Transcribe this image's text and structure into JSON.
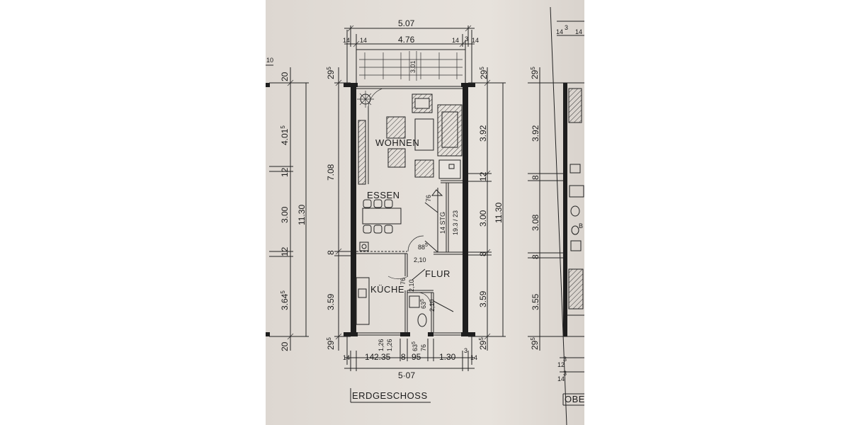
{
  "drawing": {
    "title": "ERDGESCHOSS",
    "side_title_right": "OBE",
    "side_title_left": "10"
  },
  "rooms": {
    "wohnen": "WOHNEN",
    "essen": "ESSEN",
    "flur": "FLUR",
    "kueche": "KÜCHE",
    "bath_letter": "B"
  },
  "dims_top": {
    "overall": "5.07",
    "inner": "4.76",
    "left_a": "14",
    "left_b": "14",
    "right_a": "14",
    "right_b": "3",
    "right_c": "14"
  },
  "dims_bottom": {
    "overall": "5·07",
    "w1": "14",
    "w2": "14",
    "w3": "2.35",
    "w4": "8",
    "w5": "95",
    "w6": "1.30",
    "w7": "14",
    "w8": "3",
    "small_126a": "1,26",
    "small_126b": "1,26",
    "small_63": "63",
    "small_63_sup": "5",
    "small_76": "76"
  },
  "dims_left": {
    "d1": "29",
    "d1_sup": "5",
    "d2": "7.08",
    "d3": "8",
    "d4": "3.59",
    "d5": "29",
    "d5_sup": "5"
  },
  "dims_right": {
    "d1": "29",
    "d1_sup": "5",
    "d2": "3.92",
    "d3": "12",
    "d4": "3.00",
    "d5": "8",
    "d6": "3.59",
    "d7": "29",
    "d7_sup": "5",
    "total": "11.30"
  },
  "dims_far_left": {
    "d1": "20",
    "d2": "4.01",
    "d2_sup": "5",
    "d3": "12",
    "d4": "3.00",
    "d5": "12",
    "d6": "3.64",
    "d6_sup": "5",
    "d7": "20",
    "total": "11.30"
  },
  "dims_far_right": {
    "d1": "29",
    "d1_sup": "5",
    "d2": "3.92",
    "d3": "8",
    "d4": "3.08",
    "d5": "8",
    "d6": "3.55",
    "d7": "29",
    "d7_sup": "5",
    "top_a": "14",
    "top_b": "3",
    "top_c": "14",
    "bot_a": "12",
    "bot_b": "3",
    "bot_c": "14",
    "bot_d": "3"
  },
  "inner_notes": {
    "terrace": "3.01",
    "stairs": "14 STG",
    "stairs_ratio": "19.3 / 23",
    "door_885": "88",
    "door_885_sup": "5",
    "door_210a": "2,10",
    "door_76": "76",
    "door_210b": "2,10",
    "wc_63": "63",
    "wc_63_sup": "5",
    "wc_210": "2,10",
    "stair_76": "76"
  }
}
